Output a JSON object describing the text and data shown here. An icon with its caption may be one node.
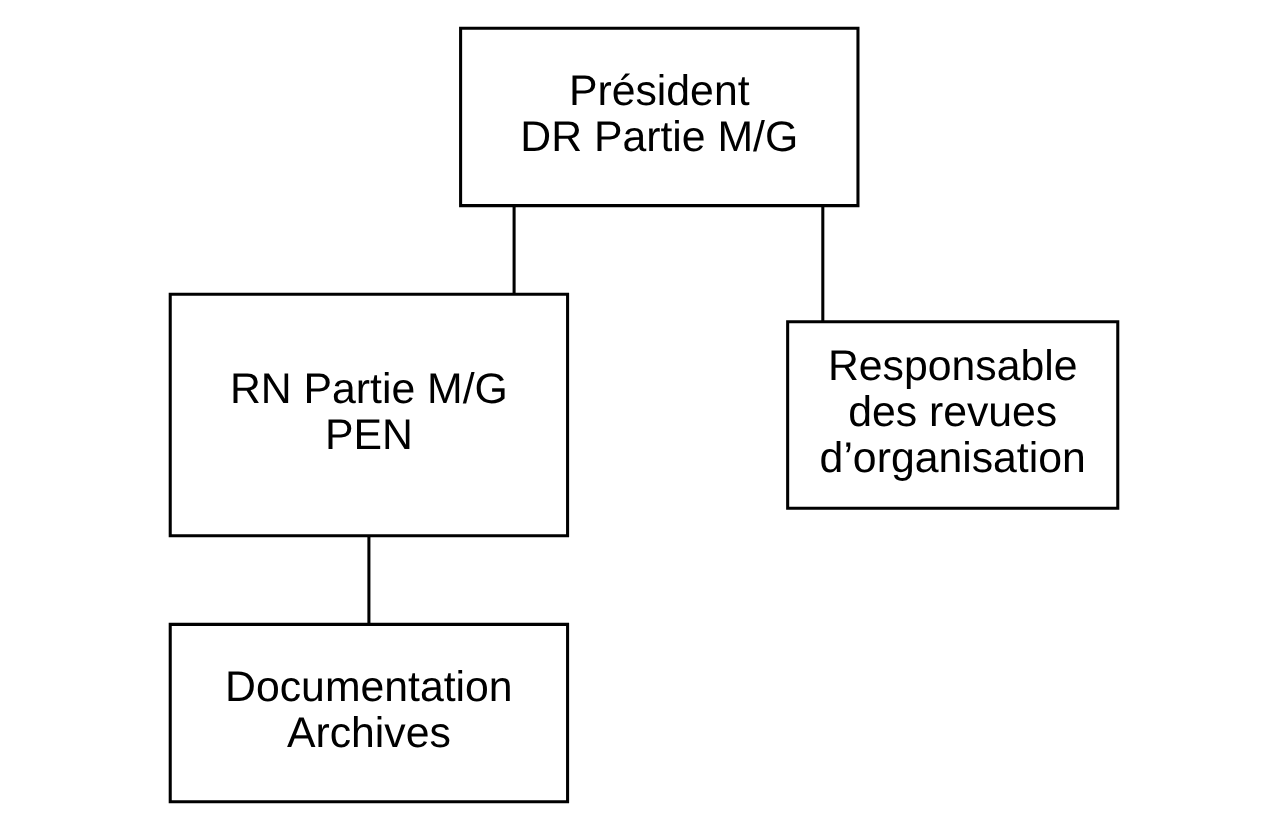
{
  "diagram": {
    "nodes": [
      {
        "text": [
          "Président",
          "DR Partie M/G"
        ]
      },
      {
        "text": [
          "RN Partie M/G",
          "PEN"
        ]
      },
      {
        "text": [
          "Documentation",
          "Archives"
        ]
      },
      {
        "text": [
          "Responsable des revues d’organisation"
        ]
      }
    ],
    "edges": [
      {
        "from": 0,
        "to": 1,
        "arrow": "none"
      },
      {
        "from": 1,
        "to": 2,
        "arrow": "none"
      },
      {
        "from": 0,
        "to": 3,
        "arrow": "none"
      }
    ]
  }
}
